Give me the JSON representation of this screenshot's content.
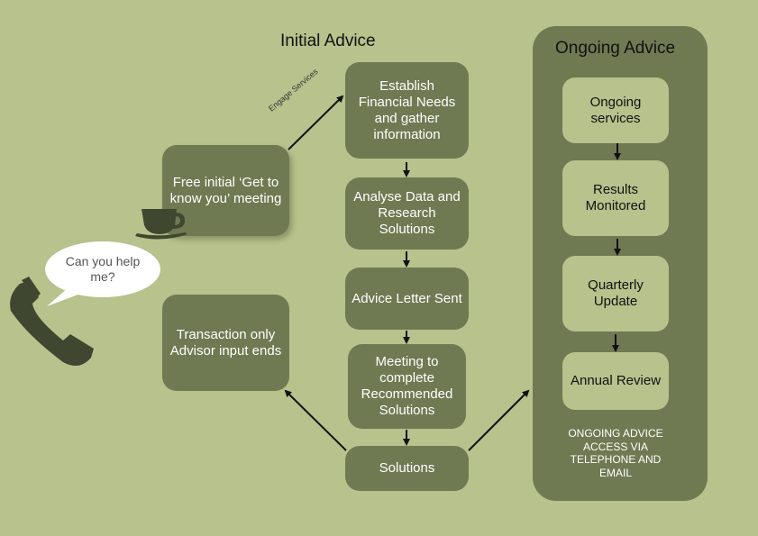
{
  "sections": {
    "initial_title": "Initial Advice",
    "ongoing_title": "Ongoing Advice"
  },
  "speech_bubble": "Can you help me?",
  "initial_steps": {
    "free_meeting": "Free initial ‘Get to know you’ meeting",
    "engage_label": "Engage Services",
    "establish": "Establish Financial Needs and gather information",
    "analyse": "Analyse Data and Research Solutions",
    "advice_letter": "Advice Letter Sent",
    "meeting_complete": "Meeting to complete Recommended Solutions",
    "solutions": "Solutions",
    "transaction_only": "Transaction only Advisor input ends"
  },
  "ongoing_steps": [
    {
      "label": "Ongoing services"
    },
    {
      "label": "Results Monitored"
    },
    {
      "label": "Quarterly Update"
    },
    {
      "label": "Annual Review"
    }
  ],
  "ongoing_note": "ONGOING ADVICE ACCESS VIA TELEPHONE AND EMAIL",
  "icons": [
    "phone-icon",
    "coffee-cup-icon"
  ],
  "colors": {
    "background": "#b7c28c",
    "box": "#6f7a52",
    "icon": "#3f4730"
  }
}
